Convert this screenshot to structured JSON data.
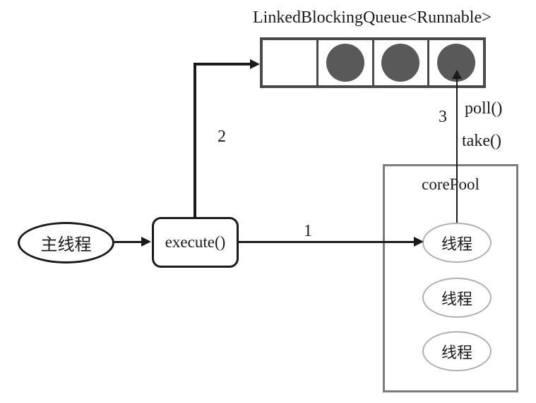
{
  "colors": {
    "line": "#1a1a1a",
    "text": "#1a1a1a",
    "queue_border": "#4a4a4a",
    "circle_fill": "#595959",
    "corepool_border": "#7d7d7d",
    "thread_border": "#b0b0b0"
  },
  "queue": {
    "title": "LinkedBlockingQueue<Runnable>",
    "cells": [
      {
        "filled": false
      },
      {
        "filled": true
      },
      {
        "filled": true
      },
      {
        "filled": true
      }
    ]
  },
  "core_pool": {
    "title": "corePool",
    "threads": [
      "线程",
      "线程",
      "线程"
    ]
  },
  "nodes": {
    "main_thread": "主线程",
    "execute": "execute()"
  },
  "edge_labels": {
    "step1": "1",
    "step2": "2",
    "step3": "3",
    "poll": "poll()",
    "take": "take()"
  }
}
